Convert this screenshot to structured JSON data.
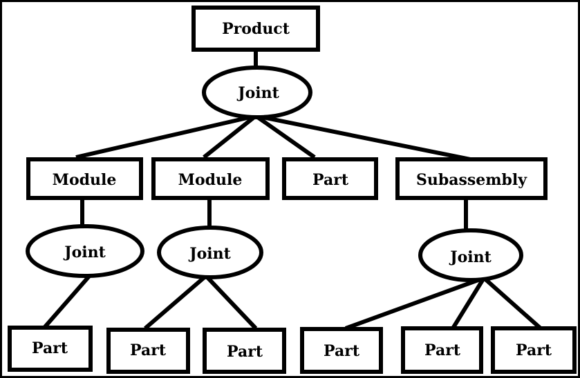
{
  "diagram": {
    "colors": {
      "stroke": "#000000",
      "fill": "#ffffff",
      "text": "#000000"
    },
    "nodes": {
      "product": "Product",
      "joint_root": "Joint",
      "module_1": "Module",
      "module_2": "Module",
      "part_top": "Part",
      "subassembly": "Subassembly",
      "joint_m1": "Joint",
      "joint_m2": "Joint",
      "joint_sub": "Joint",
      "part_m1": "Part",
      "part_m2_a": "Part",
      "part_m2_b": "Part",
      "part_sub_a": "Part",
      "part_sub_b": "Part",
      "part_sub_c": "Part"
    }
  }
}
